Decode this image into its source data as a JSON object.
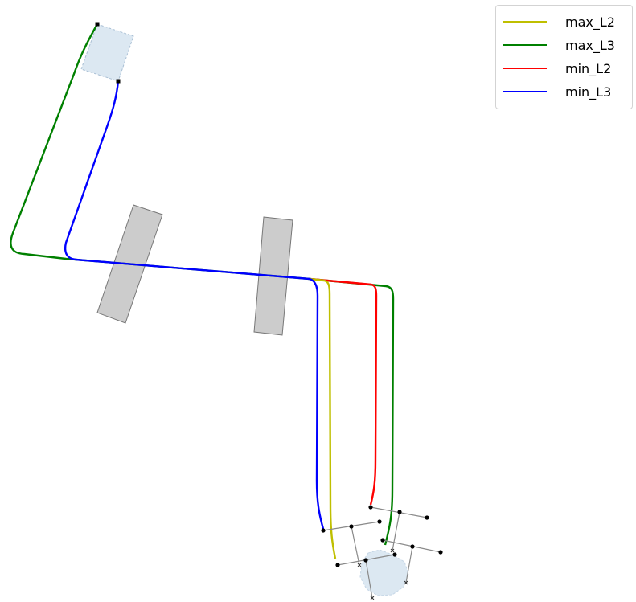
{
  "legend": {
    "items": [
      {
        "label": "max_L2",
        "color": "#bfbf00"
      },
      {
        "label": "max_L3",
        "color": "#008000"
      },
      {
        "label": "min_L2",
        "color": "#ff0000"
      },
      {
        "label": "min_L3",
        "color": "#0000ff"
      }
    ]
  },
  "colors": {
    "obstacle_fill": "#cccccc",
    "obstacle_stroke": "#777777",
    "region_fill": "#dce8f2",
    "region_stroke": "#a9bfd4",
    "rig_line": "#8a8a8a",
    "marker": "#000000"
  }
}
